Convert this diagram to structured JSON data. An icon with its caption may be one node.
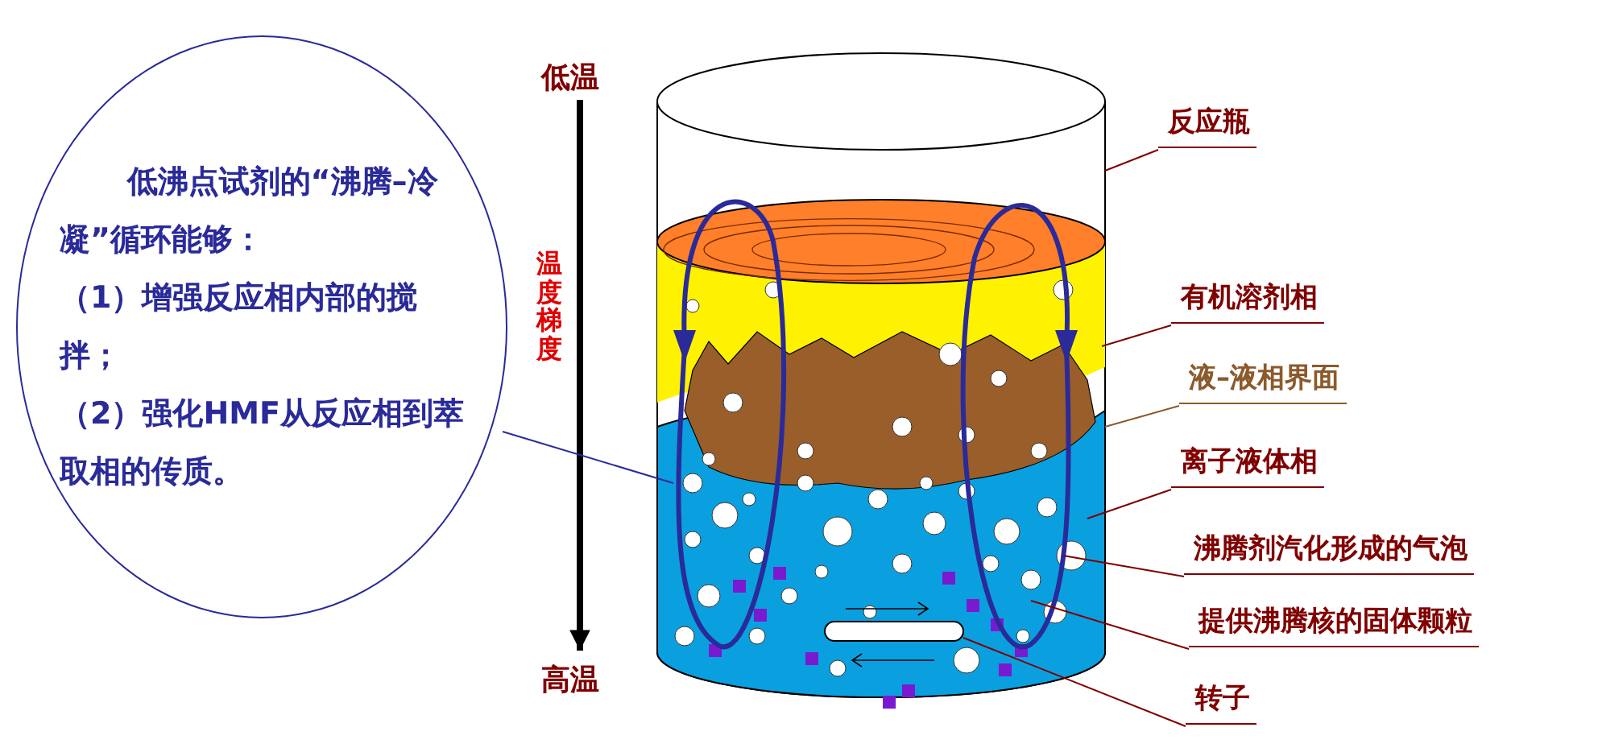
{
  "diagram": {
    "nodes": [
      {
        "text": [
          "低温"
        ]
      },
      {
        "text": [
          "低沸点试剂的“沸腾–冷凝”循环能够：",
          "（1）增强反应相内部的搅拌；",
          "（2）强化HMF从反应相到萃取相的传质。"
        ]
      },
      {
        "text": [
          "反应瓶"
        ]
      },
      {
        "text": [
          "有机溶剂相"
        ]
      },
      {
        "text": [
          "液–液相界面"
        ]
      },
      {
        "text": [
          "离子液体相"
        ]
      },
      {
        "text": [
          "沸腾剂汽化形成的气泡"
        ]
      },
      {
        "text": [
          "提供沸腾核的固体颗粒"
        ]
      },
      {
        "text": [
          "高温"
        ]
      },
      {
        "text": [
          "转子"
        ]
      }
    ],
    "edges": [
      {
        "from": 0,
        "to": 8,
        "arrow": "to",
        "style": "thick",
        "color": "#000000"
      },
      {
        "from": 1,
        "to": null,
        "arrow": "none",
        "color": "#2a2a9a"
      },
      {
        "from": 2,
        "to": null,
        "arrow": "none"
      },
      {
        "from": 3,
        "to": null,
        "arrow": "none"
      },
      {
        "from": 4,
        "to": null,
        "arrow": "none",
        "color": "#8b5a2b"
      },
      {
        "from": 5,
        "to": null,
        "arrow": "none"
      },
      {
        "from": 6,
        "to": null,
        "arrow": "none"
      },
      {
        "from": 7,
        "to": null,
        "arrow": "none"
      },
      {
        "from": 9,
        "to": null,
        "arrow": "none"
      }
    ],
    "labels": [
      "温度梯度"
    ]
  }
}
